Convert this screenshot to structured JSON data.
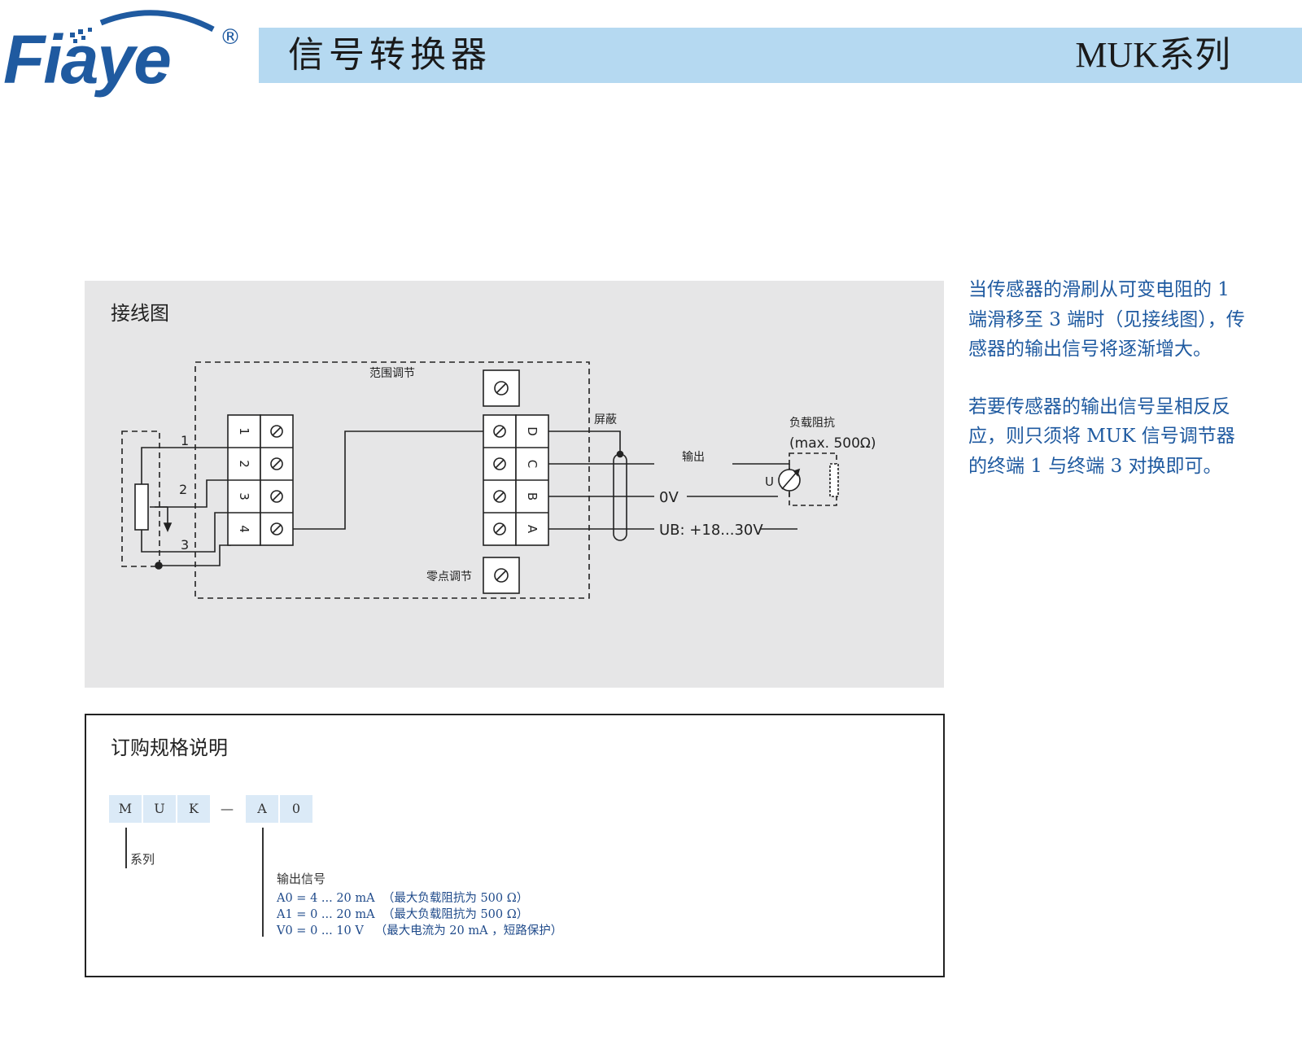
{
  "header": {
    "brand": "Fiaye",
    "registered_mark": "®",
    "title": "信号转换器",
    "series": "MUK系列"
  },
  "wiring": {
    "title": "接线图",
    "labels": {
      "range_adjust": "范围调节",
      "zero_adjust": "零点调节",
      "shield": "屏蔽",
      "output": "输出",
      "load_resistance": "负载阻抗",
      "load_max": "(max. 500Ω)",
      "zero_volt": "0V",
      "supply": "UB: +18...30V",
      "meter_symbol": "U",
      "pot_pin_1": "1",
      "pot_pin_2": "2",
      "pot_pin_3": "3"
    },
    "left_terminals": [
      "1",
      "2",
      "3",
      "4"
    ],
    "right_terminals": [
      "D",
      "C",
      "B",
      "A"
    ]
  },
  "description": {
    "paragraphs": [
      "当传感器的滑刷从可变电阻的 1 端滑移至 3 端时（见接线图），传感器的输出信号将逐渐增大。",
      "若要传感器的输出信号呈相反反应，则只须将 MUK  信号调节器的终端 1 与终端 3 对换即可。"
    ]
  },
  "ordering": {
    "title": "订购规格说明",
    "code": [
      "M",
      "U",
      "K",
      "—",
      "A",
      "0"
    ],
    "series_label": "系列",
    "output_label": "输出信号",
    "options": [
      "A0 = 4 ... 20 mA  （最大负载阻抗为 500 Ω）",
      "A1 = 0 ... 20 mA  （最大负载阻抗为 500 Ω）",
      "V0 = 0 ... 10 V   （最大电流为 20 mA ，短路保护）"
    ]
  },
  "colors": {
    "brand_blue": "#1f5aa0",
    "header_band": "#b5d9f1",
    "panel_bg": "#e6e6e7",
    "code_cell": "#dbeaf7"
  }
}
